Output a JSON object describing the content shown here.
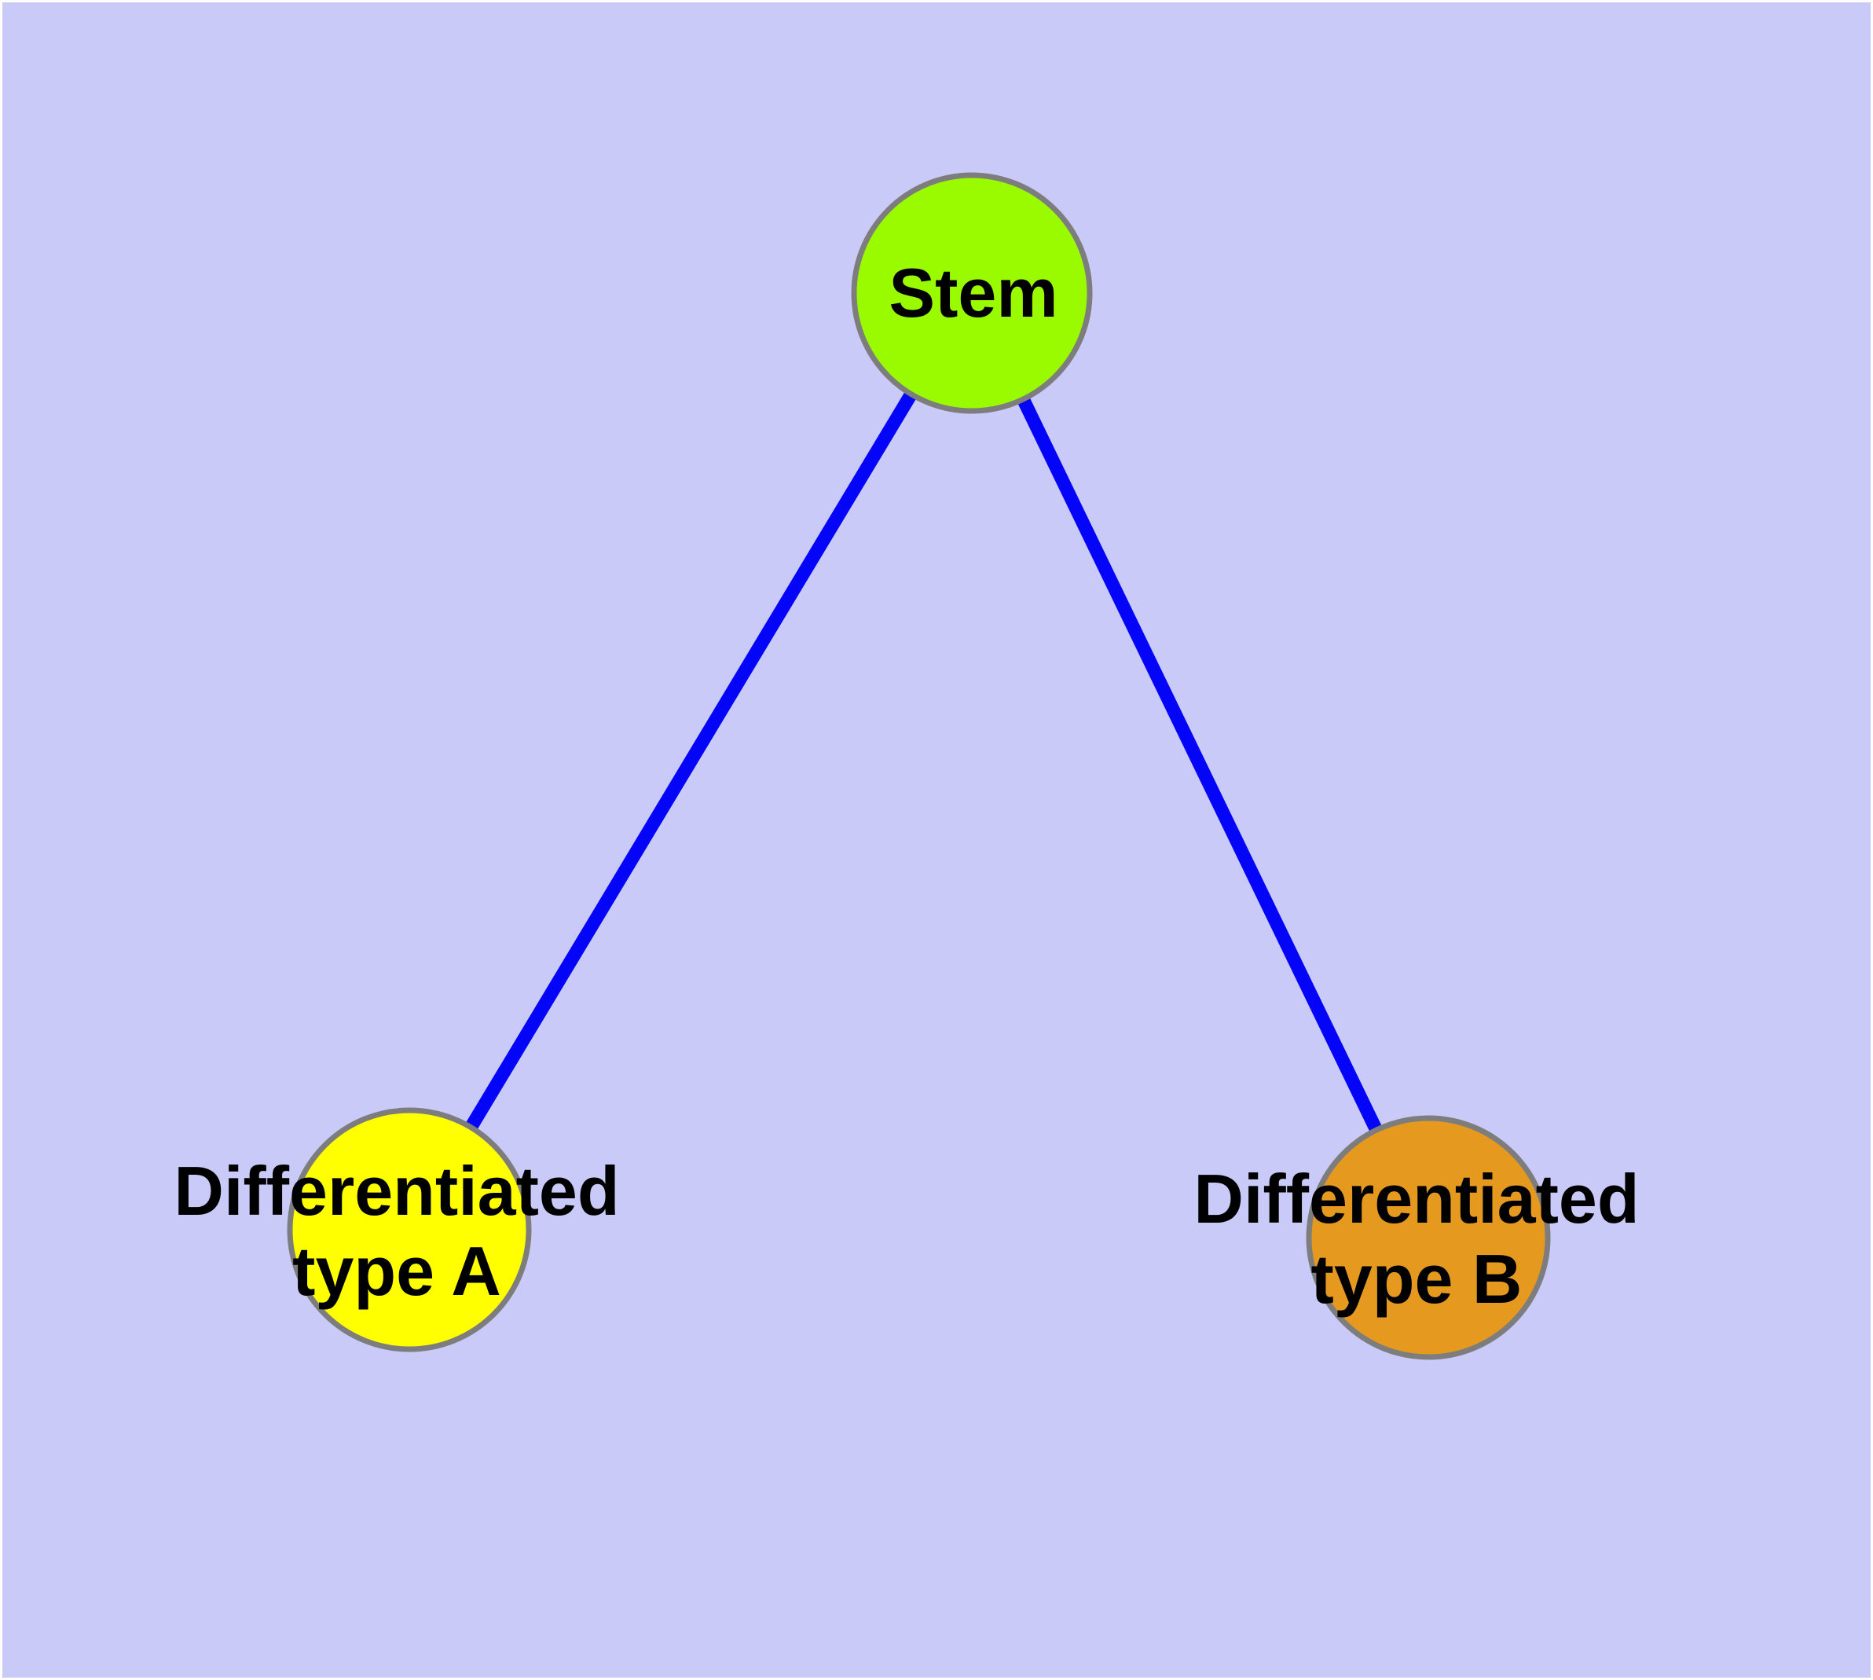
{
  "diagram": {
    "colors": {
      "frame": "#FFFFFF",
      "background": "#CACAF8",
      "edge": "#0404F8",
      "node_border": "#7D7D7D",
      "label_text": "#000000"
    },
    "nodes": [
      {
        "id": "stem",
        "lines": [
          "Stem"
        ],
        "fill": "#9AFA00"
      },
      {
        "id": "differentiated-type-a",
        "lines": [
          "Differentiated",
          "type A"
        ],
        "fill": "#FFFF00"
      },
      {
        "id": "differentiated-type-b",
        "lines": [
          "Differentiated",
          "type B"
        ],
        "fill": "#E59A1F"
      }
    ],
    "edges": [
      {
        "from": "stem",
        "to": "differentiated-type-a"
      },
      {
        "from": "stem",
        "to": "differentiated-type-b"
      }
    ]
  }
}
